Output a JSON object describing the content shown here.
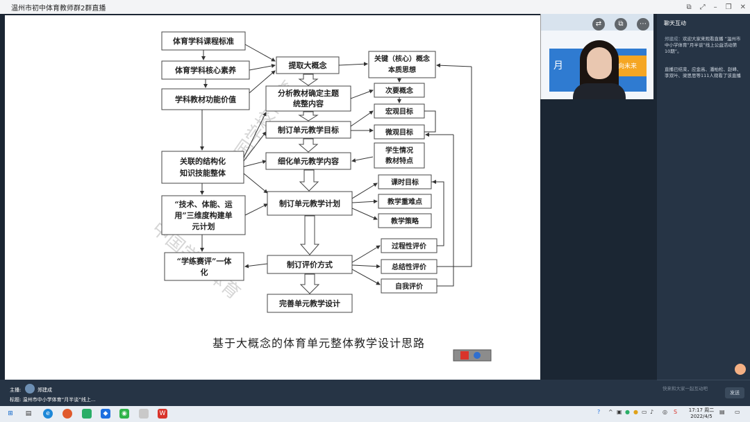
{
  "window": {
    "title": "温州市初中体育教师群2群直播"
  },
  "slide": {
    "boxes": {
      "std": "体育学科课程标准",
      "core": "体育学科核心素养",
      "func": "学科教材功能价值",
      "struct1": "关联的结构化",
      "struct2": "知识技能整体",
      "tech1": "“技术、体能、运",
      "tech2": "用”三维度构建单",
      "tech3": "元计划",
      "learn1": "“学练赛评”一体",
      "learn2": "化",
      "extract": "提取大概念",
      "analyze1": "分析教材确定主题",
      "analyze2": "统整内容",
      "goal": "制订单元教学目标",
      "refine": "细化单元教学内容",
      "plan": "制订单元教学计划",
      "evalway": "制订评价方式",
      "complete": "完善单元教学设计",
      "key1": "关键（核心）概念",
      "key2": "本质思想",
      "sub": "次要概念",
      "macro": "宏观目标",
      "micro": "微观目标",
      "student1": "学生情况",
      "student2": "教材特点",
      "lesson": "课时目标",
      "keydiff": "教学重难点",
      "strategy": "教学策略",
      "process": "过程性评价",
      "summary": "总结性评价",
      "self": "自我评价"
    },
    "caption": "基于大概念的体育单元整体教学设计思路",
    "watermark": "中国学校体育"
  },
  "chat": {
    "header": "聊天互动",
    "msg1_user": "郑建成：",
    "msg1_text": "欢迎大家来观看直播 “温州市中小学体育”月半谈”线上公益活动第10期”。",
    "msg2_text": "直播已结束，应金高、潘柏松、赵峰、李双叶、梁思思等111人观看了该直播",
    "input_placeholder": "快来和大家一起互动吧",
    "send_label": "发送"
  },
  "host": {
    "label": "主播:",
    "name": "郑建成",
    "topic": "标题: 温州市中小学体育“月半谈”线上..."
  },
  "camera": {
    "banner_text1": "月",
    "banner_text2": "起向未来"
  },
  "taskbar": {
    "time": "17:17 周二",
    "date": "2022/4/5"
  }
}
